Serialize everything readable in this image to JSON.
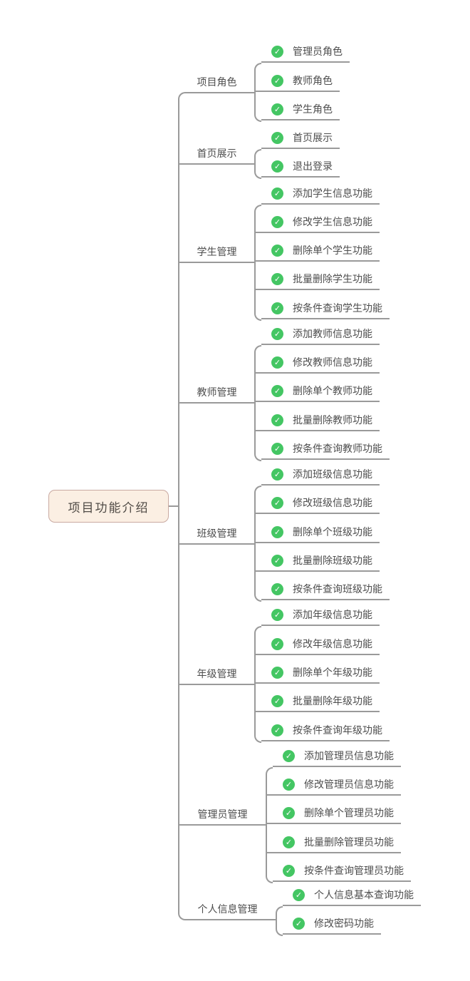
{
  "root": {
    "label": "项目功能介绍"
  },
  "branches": [
    {
      "label": "项目角色",
      "children": [
        "管理员角色",
        "教师角色",
        "学生角色"
      ]
    },
    {
      "label": "首页展示",
      "children": [
        "首页展示",
        "退出登录"
      ]
    },
    {
      "label": "学生管理",
      "children": [
        "添加学生信息功能",
        "修改学生信息功能",
        "删除单个学生功能",
        "批量删除学生功能",
        "按条件查询学生功能"
      ]
    },
    {
      "label": "教师管理",
      "children": [
        "添加教师信息功能",
        "修改教师信息功能",
        "删除单个教师功能",
        "批量删除教师功能",
        "按条件查询教师功能"
      ]
    },
    {
      "label": "班级管理",
      "children": [
        "添加班级信息功能",
        "修改班级信息功能",
        "删除单个班级功能",
        "批量删除班级功能",
        "按条件查询班级功能"
      ]
    },
    {
      "label": "年级管理",
      "children": [
        "添加年级信息功能",
        "修改年级信息功能",
        "删除单个年级功能",
        "批量删除年级功能",
        "按条件查询年级功能"
      ]
    },
    {
      "label": "管理员管理",
      "children": [
        "添加管理员信息功能",
        "修改管理员信息功能",
        "删除单个管理员功能",
        "批量删除管理员功能",
        "按条件查询管理员功能"
      ]
    },
    {
      "label": "个人信息管理",
      "children": [
        "个人信息基本查询功能",
        "修改密码功能"
      ]
    }
  ],
  "icons": {
    "check": "✓"
  },
  "colors": {
    "check_green": "#44C663",
    "line_gray": "#9A9A9A",
    "root_fill": "#FBEFE3",
    "root_border": "#C9A9A1",
    "text": "#4D4D4D"
  }
}
